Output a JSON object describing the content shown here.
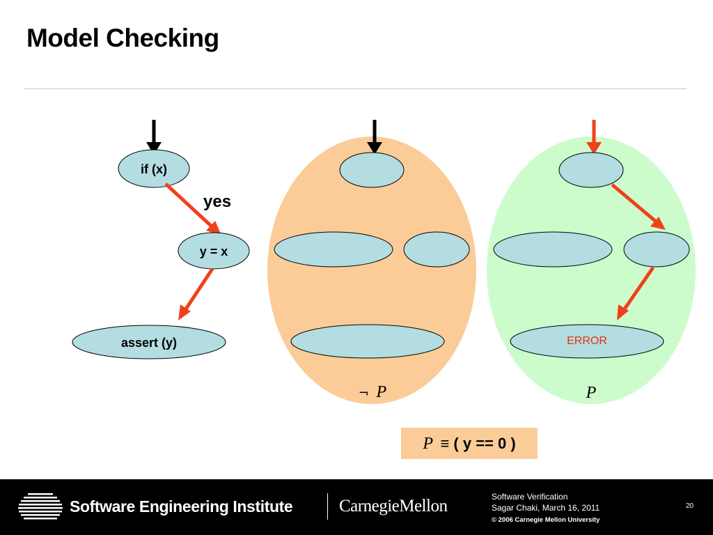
{
  "slide": {
    "title": "Model Checking",
    "page_number": "20"
  },
  "program": {
    "nodes": [
      "if (x)",
      "y = x",
      "assert (y)"
    ],
    "edge_label": "yes"
  },
  "not_p_region": {
    "label_symbol": "¬",
    "label_var": "P"
  },
  "p_region": {
    "label_var": "P",
    "error_label": "ERROR"
  },
  "definition": {
    "var": "P",
    "rest": "≡ ( y == 0 )"
  },
  "colors": {
    "node_fill": "#b3dde0",
    "not_p_fill": "#fccc98",
    "p_fill": "#ccfccc",
    "arrow_red": "#f0401a",
    "error_text": "#e83010",
    "definition_box": "#fccc98"
  },
  "footer": {
    "institute": "Software Engineering Institute",
    "university": "CarnegieMellon",
    "course": "Software Verification",
    "author_date": "Sagar Chaki, March 16, 2011",
    "copyright": "© 2006 Carnegie Mellon University"
  }
}
